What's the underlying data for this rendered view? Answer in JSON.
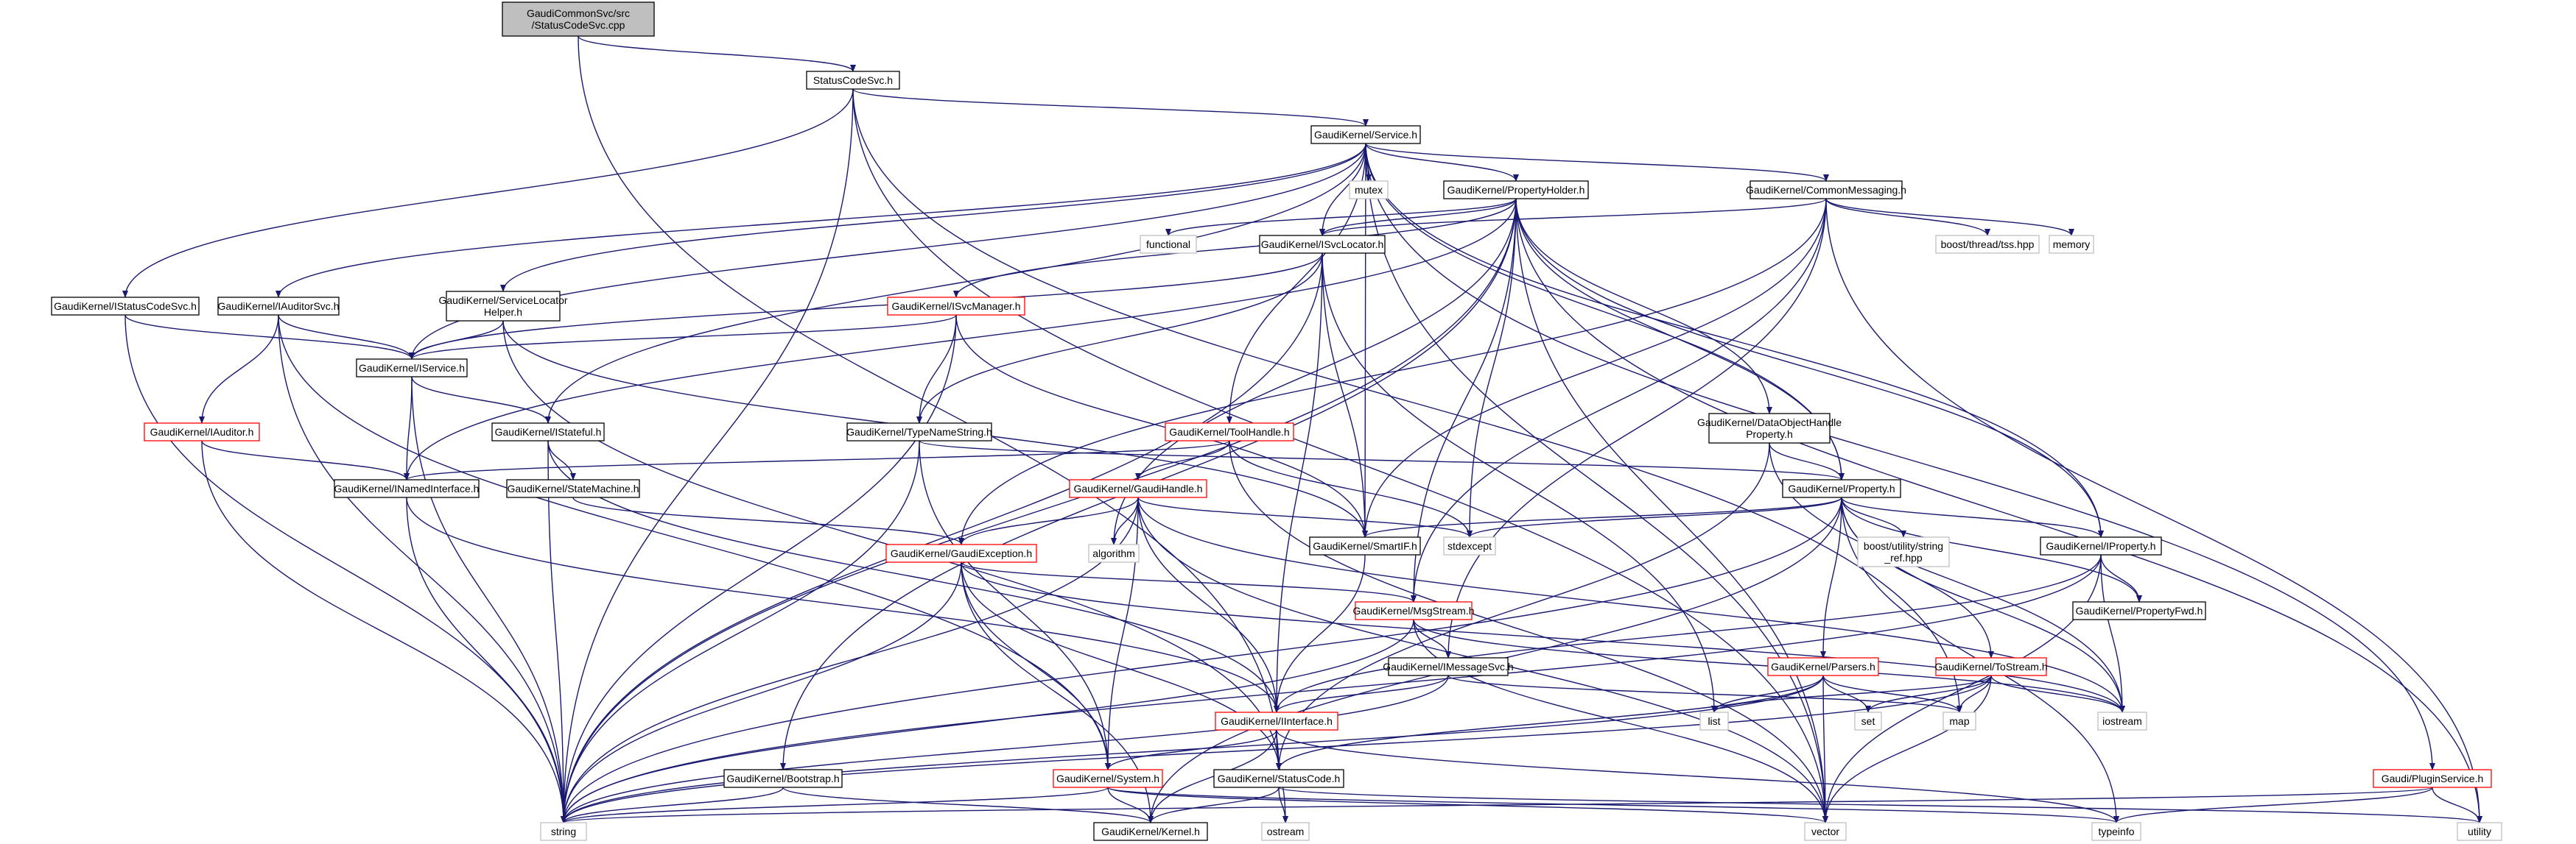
{
  "colors": {
    "edge": "#191970",
    "border_black": "#000000",
    "border_gray": "#bfbfbf",
    "border_red": "#ff0000",
    "root_fill": "#bfbfbf",
    "node_fill": "#ffffff",
    "text": "#000000"
  },
  "graph": {
    "nodes": [
      {
        "id": "root",
        "lines": [
          "GaudiCommonSvc/src",
          "/StatusCodeSvc.cpp"
        ],
        "style": "root"
      },
      {
        "id": "scs",
        "lines": [
          "StatusCodeSvc.h"
        ],
        "style": "black"
      },
      {
        "id": "svc",
        "lines": [
          "GaudiKernel/Service.h"
        ],
        "style": "black"
      },
      {
        "id": "mutex",
        "lines": [
          "mutex"
        ],
        "style": "gray"
      },
      {
        "id": "ph",
        "lines": [
          "GaudiKernel/PropertyHolder.h"
        ],
        "style": "black"
      },
      {
        "id": "cm",
        "lines": [
          "GaudiKernel/CommonMessaging.h"
        ],
        "style": "black"
      },
      {
        "id": "functional",
        "lines": [
          "functional"
        ],
        "style": "gray"
      },
      {
        "id": "isvcloc",
        "lines": [
          "GaudiKernel/ISvcLocator.h"
        ],
        "style": "black"
      },
      {
        "id": "boosttss",
        "lines": [
          "boost/thread/tss.hpp"
        ],
        "style": "gray"
      },
      {
        "id": "memory",
        "lines": [
          "memory"
        ],
        "style": "gray"
      },
      {
        "id": "iscs",
        "lines": [
          "GaudiKernel/IStatusCodeSvc.h"
        ],
        "style": "black"
      },
      {
        "id": "iauds",
        "lines": [
          "GaudiKernel/IAuditorSvc.h"
        ],
        "style": "black"
      },
      {
        "id": "slh",
        "lines": [
          "GaudiKernel/ServiceLocator",
          "Helper.h"
        ],
        "style": "black"
      },
      {
        "id": "isvcmgr",
        "lines": [
          "GaudiKernel/ISvcManager.h"
        ],
        "style": "red"
      },
      {
        "id": "iservice",
        "lines": [
          "GaudiKernel/IService.h"
        ],
        "style": "black"
      },
      {
        "id": "iauditor",
        "lines": [
          "GaudiKernel/IAuditor.h"
        ],
        "style": "red"
      },
      {
        "id": "istateful",
        "lines": [
          "GaudiKernel/IStateful.h"
        ],
        "style": "black"
      },
      {
        "id": "tns",
        "lines": [
          "GaudiKernel/TypeNameString.h"
        ],
        "style": "black"
      },
      {
        "id": "toolh",
        "lines": [
          "GaudiKernel/ToolHandle.h"
        ],
        "style": "red"
      },
      {
        "id": "dohp",
        "lines": [
          "GaudiKernel/DataObjectHandle",
          "Property.h"
        ],
        "style": "black"
      },
      {
        "id": "inamed",
        "lines": [
          "GaudiKernel/INamedInterface.h"
        ],
        "style": "black"
      },
      {
        "id": "statem",
        "lines": [
          "GaudiKernel/StateMachine.h"
        ],
        "style": "black"
      },
      {
        "id": "gh",
        "lines": [
          "GaudiKernel/GaudiHandle.h"
        ],
        "style": "red"
      },
      {
        "id": "prop",
        "lines": [
          "GaudiKernel/Property.h"
        ],
        "style": "black"
      },
      {
        "id": "ge",
        "lines": [
          "GaudiKernel/GaudiException.h"
        ],
        "style": "red"
      },
      {
        "id": "algorithm",
        "lines": [
          "algorithm"
        ],
        "style": "gray"
      },
      {
        "id": "smartif",
        "lines": [
          "GaudiKernel/SmartIF.h"
        ],
        "style": "black"
      },
      {
        "id": "stdexcept",
        "lines": [
          "stdexcept"
        ],
        "style": "gray"
      },
      {
        "id": "bsref",
        "lines": [
          "boost/utility/string",
          "_ref.hpp"
        ],
        "style": "gray"
      },
      {
        "id": "iprop",
        "lines": [
          "GaudiKernel/IProperty.h"
        ],
        "style": "black"
      },
      {
        "id": "msgstream",
        "lines": [
          "GaudiKernel/MsgStream.h"
        ],
        "style": "red"
      },
      {
        "id": "propfwd",
        "lines": [
          "GaudiKernel/PropertyFwd.h"
        ],
        "style": "black"
      },
      {
        "id": "imsgsvc",
        "lines": [
          "GaudiKernel/IMessageSvc.h"
        ],
        "style": "black"
      },
      {
        "id": "parsers",
        "lines": [
          "GaudiKernel/Parsers.h"
        ],
        "style": "red"
      },
      {
        "id": "tostream",
        "lines": [
          "GaudiKernel/ToStream.h"
        ],
        "style": "red"
      },
      {
        "id": "iinterface",
        "lines": [
          "GaudiKernel/IInterface.h"
        ],
        "style": "red"
      },
      {
        "id": "list",
        "lines": [
          "list"
        ],
        "style": "gray"
      },
      {
        "id": "set",
        "lines": [
          "set"
        ],
        "style": "gray"
      },
      {
        "id": "map",
        "lines": [
          "map"
        ],
        "style": "gray"
      },
      {
        "id": "iostream",
        "lines": [
          "iostream"
        ],
        "style": "gray"
      },
      {
        "id": "bootstrap",
        "lines": [
          "GaudiKernel/Bootstrap.h"
        ],
        "style": "black"
      },
      {
        "id": "system",
        "lines": [
          "GaudiKernel/System.h"
        ],
        "style": "red"
      },
      {
        "id": "statuscode",
        "lines": [
          "GaudiKernel/StatusCode.h"
        ],
        "style": "black"
      },
      {
        "id": "pluginsvc",
        "lines": [
          "Gaudi/PluginService.h"
        ],
        "style": "red"
      },
      {
        "id": "string",
        "lines": [
          "string"
        ],
        "style": "gray"
      },
      {
        "id": "kernel",
        "lines": [
          "GaudiKernel/Kernel.h"
        ],
        "style": "black"
      },
      {
        "id": "ostream",
        "lines": [
          "ostream"
        ],
        "style": "gray"
      },
      {
        "id": "vector",
        "lines": [
          "vector"
        ],
        "style": "gray"
      },
      {
        "id": "typeinfo",
        "lines": [
          "typeinfo"
        ],
        "style": "gray"
      },
      {
        "id": "utility",
        "lines": [
          "utility"
        ],
        "style": "gray"
      }
    ],
    "edges": [
      [
        "root",
        "scs"
      ],
      [
        "root",
        "statuscode"
      ],
      [
        "scs",
        "svc"
      ],
      [
        "scs",
        "iscs"
      ],
      [
        "scs",
        "string"
      ],
      [
        "scs",
        "map"
      ],
      [
        "scs",
        "vector"
      ],
      [
        "svc",
        "mutex"
      ],
      [
        "svc",
        "ph"
      ],
      [
        "svc",
        "cm"
      ],
      [
        "svc",
        "isvcloc"
      ],
      [
        "svc",
        "iauds"
      ],
      [
        "svc",
        "slh"
      ],
      [
        "svc",
        "iservice"
      ],
      [
        "svc",
        "istateful"
      ],
      [
        "svc",
        "toolh"
      ],
      [
        "svc",
        "smartif"
      ],
      [
        "svc",
        "prop"
      ],
      [
        "svc",
        "iprop"
      ],
      [
        "svc",
        "pluginsvc"
      ],
      [
        "svc",
        "vector"
      ],
      [
        "ph",
        "functional"
      ],
      [
        "ph",
        "isvcloc"
      ],
      [
        "ph",
        "bootstrap"
      ],
      [
        "ph",
        "algorithm"
      ],
      [
        "ph",
        "stdexcept"
      ],
      [
        "ph",
        "inamed"
      ],
      [
        "ph",
        "dohp"
      ],
      [
        "ph",
        "prop"
      ],
      [
        "ph",
        "iprop"
      ],
      [
        "ph",
        "msgstream"
      ],
      [
        "ph",
        "utility"
      ],
      [
        "ph",
        "string"
      ],
      [
        "ph",
        "vector"
      ],
      [
        "ph",
        "isvcmgr"
      ],
      [
        "cm",
        "isvcloc"
      ],
      [
        "cm",
        "boosttss"
      ],
      [
        "cm",
        "memory"
      ],
      [
        "cm",
        "smartif"
      ],
      [
        "cm",
        "msgstream"
      ],
      [
        "cm",
        "imsgsvc"
      ],
      [
        "cm",
        "ge"
      ],
      [
        "cm",
        "utility"
      ],
      [
        "isvcloc",
        "iservice"
      ],
      [
        "isvcloc",
        "tns"
      ],
      [
        "isvcloc",
        "smartif"
      ],
      [
        "isvcloc",
        "iinterface"
      ],
      [
        "isvcloc",
        "list"
      ],
      [
        "isvcloc",
        "string"
      ],
      [
        "iscs",
        "iservice"
      ],
      [
        "iscs",
        "string"
      ],
      [
        "iauds",
        "iauditor"
      ],
      [
        "iauds",
        "iservice"
      ],
      [
        "iauds",
        "system"
      ],
      [
        "iauds",
        "string"
      ],
      [
        "slh",
        "iservice"
      ],
      [
        "slh",
        "smartif"
      ],
      [
        "slh",
        "statuscode"
      ],
      [
        "isvcmgr",
        "iservice"
      ],
      [
        "isvcmgr",
        "tns"
      ],
      [
        "isvcmgr",
        "smartif"
      ],
      [
        "isvcmgr",
        "string"
      ],
      [
        "iservice",
        "inamed"
      ],
      [
        "iservice",
        "istateful"
      ],
      [
        "iservice",
        "string"
      ],
      [
        "iauditor",
        "inamed"
      ],
      [
        "iauditor",
        "string"
      ],
      [
        "istateful",
        "statem"
      ],
      [
        "istateful",
        "iinterface"
      ],
      [
        "istateful",
        "string"
      ],
      [
        "tns",
        "prop"
      ],
      [
        "tns",
        "string"
      ],
      [
        "tns",
        "system"
      ],
      [
        "toolh",
        "gh"
      ],
      [
        "toolh",
        "inamed"
      ],
      [
        "toolh",
        "stdexcept"
      ],
      [
        "toolh",
        "vector"
      ],
      [
        "dohp",
        "prop"
      ],
      [
        "dohp",
        "statuscode"
      ],
      [
        "dohp",
        "iostream"
      ],
      [
        "inamed",
        "iinterface"
      ],
      [
        "inamed",
        "string"
      ],
      [
        "statem",
        "ge"
      ],
      [
        "gh",
        "ge"
      ],
      [
        "gh",
        "algorithm"
      ],
      [
        "gh",
        "stdexcept"
      ],
      [
        "gh",
        "iinterface"
      ],
      [
        "gh",
        "system"
      ],
      [
        "gh",
        "iostream"
      ],
      [
        "gh",
        "string"
      ],
      [
        "gh",
        "vector"
      ],
      [
        "prop",
        "smartif"
      ],
      [
        "prop",
        "stdexcept"
      ],
      [
        "prop",
        "bsref"
      ],
      [
        "prop",
        "iprop"
      ],
      [
        "prop",
        "propfwd"
      ],
      [
        "prop",
        "parsers"
      ],
      [
        "prop",
        "tostream"
      ],
      [
        "prop",
        "iostream"
      ],
      [
        "prop",
        "string"
      ],
      [
        "prop",
        "typeinfo"
      ],
      [
        "prop",
        "kernel"
      ],
      [
        "ge",
        "msgstream"
      ],
      [
        "ge",
        "system"
      ],
      [
        "ge",
        "statuscode"
      ],
      [
        "ge",
        "kernel"
      ],
      [
        "ge",
        "iostream"
      ],
      [
        "ge",
        "string"
      ],
      [
        "smartif",
        "iinterface"
      ],
      [
        "iprop",
        "propfwd"
      ],
      [
        "iprop",
        "iinterface"
      ],
      [
        "iprop",
        "iostream"
      ],
      [
        "iprop",
        "string"
      ],
      [
        "iprop",
        "vector"
      ],
      [
        "msgstream",
        "imsgsvc"
      ],
      [
        "msgstream",
        "string"
      ],
      [
        "msgstream",
        "vector"
      ],
      [
        "msgstream",
        "iostream"
      ],
      [
        "imsgsvc",
        "iinterface"
      ],
      [
        "imsgsvc",
        "map"
      ],
      [
        "imsgsvc",
        "string"
      ],
      [
        "parsers",
        "list"
      ],
      [
        "parsers",
        "set"
      ],
      [
        "parsers",
        "map"
      ],
      [
        "parsers",
        "vector"
      ],
      [
        "parsers",
        "string"
      ],
      [
        "parsers",
        "statuscode"
      ],
      [
        "tostream",
        "map"
      ],
      [
        "tostream",
        "set"
      ],
      [
        "tostream",
        "list"
      ],
      [
        "tostream",
        "iostream"
      ],
      [
        "tostream",
        "vector"
      ],
      [
        "tostream",
        "string"
      ],
      [
        "iinterface",
        "system"
      ],
      [
        "iinterface",
        "statuscode"
      ],
      [
        "iinterface",
        "kernel"
      ],
      [
        "iinterface",
        "ostream"
      ],
      [
        "iinterface",
        "typeinfo"
      ],
      [
        "bootstrap",
        "string"
      ],
      [
        "bootstrap",
        "kernel"
      ],
      [
        "system",
        "kernel"
      ],
      [
        "system",
        "string"
      ],
      [
        "system",
        "vector"
      ],
      [
        "system",
        "typeinfo"
      ],
      [
        "statuscode",
        "kernel"
      ],
      [
        "statuscode",
        "ostream"
      ],
      [
        "statuscode",
        "utility"
      ],
      [
        "pluginsvc",
        "string"
      ],
      [
        "pluginsvc",
        "utility"
      ],
      [
        "pluginsvc",
        "typeinfo"
      ]
    ]
  }
}
